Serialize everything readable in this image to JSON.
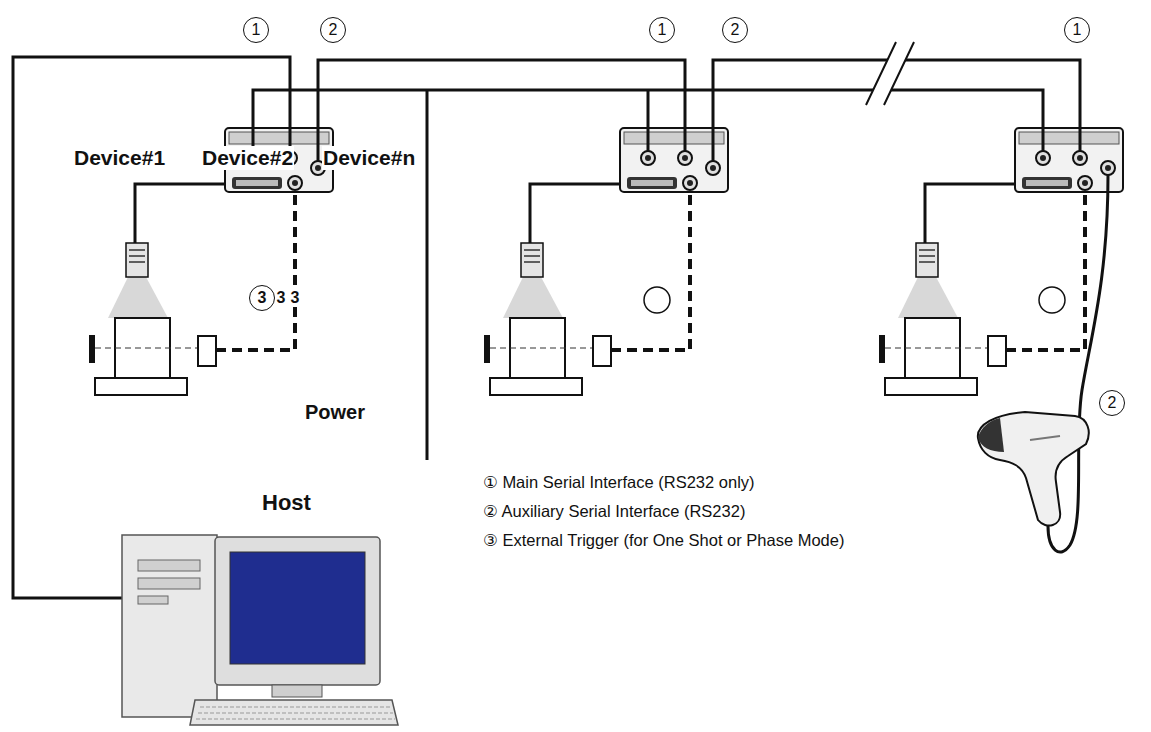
{
  "diagram": {
    "nodes": [
      {
        "text": [
          "3"
        ]
      },
      {
        "text": [
          "Host"
        ]
      }
    ],
    "labels": [
      "1",
      "2",
      "1",
      "2",
      "1",
      "Device#1",
      "Device#2",
      "Device#n",
      "3",
      "3",
      "Power",
      "2"
    ],
    "legend": [
      {
        "text": "① Main Serial Interface (RS232 only)"
      },
      {
        "text": "② Auxiliary Serial Interface (RS232)"
      },
      {
        "text": "③ External Trigger (for One Shot or Phase Mode)"
      }
    ]
  }
}
